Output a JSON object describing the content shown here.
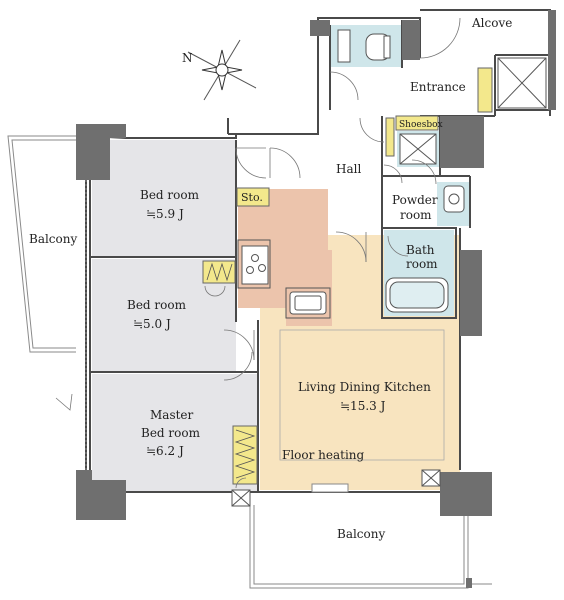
{
  "rooms": {
    "alcove": "Alcove",
    "entrance": "Entrance",
    "shoesbox": "Shoesbox",
    "hall": "Hall",
    "bed1": "Bed room",
    "bed1_area": "≒5.9 J",
    "sto": "Sto.",
    "powder1": "Powder",
    "powder2": "room",
    "bath1": "Bath",
    "bath2": "room",
    "balcony_left": "Balcony",
    "bed2": "Bed room",
    "bed2_area": "≒5.0 J",
    "ldk": "Living Dining Kitchen",
    "ldk_area": "≒15.3 J",
    "master1": "Master",
    "master2": "Bed room",
    "master_area": "≒6.2 J",
    "floor_heating": "Floor heating",
    "balcony_bottom": "Balcony"
  },
  "compass_letter": "N",
  "colors": {
    "bedroom": "#e5e5e8",
    "ldk": "#f8e4bf",
    "kitchen": "#ecc4ac",
    "wet": "#cfe6ea",
    "storage": "#f3e88c",
    "pillar": "#6f6f6f",
    "wall": "#4a4a4a"
  }
}
